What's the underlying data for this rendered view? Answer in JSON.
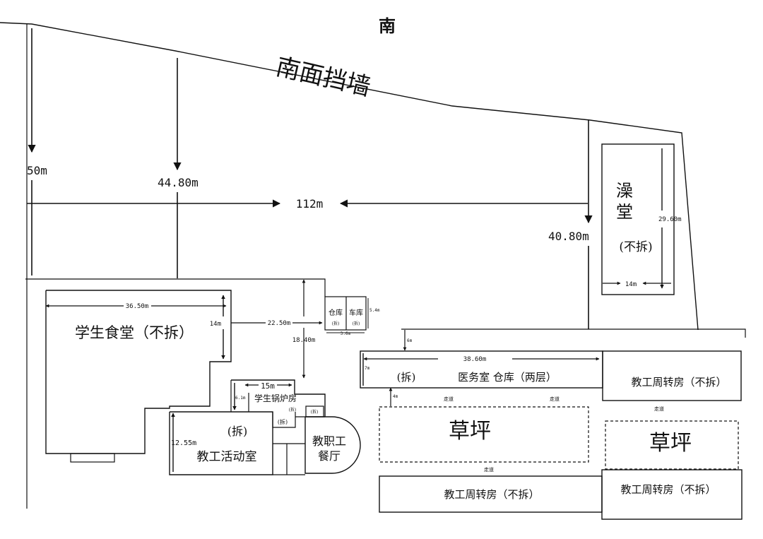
{
  "orientation_label": "南",
  "wall_label": "南面挡墙",
  "dimensions": {
    "left_50": "50m",
    "mid_44_80": "44.80m",
    "width_112": "112m",
    "right_40_80": "40.80m",
    "bath_29_60": "29.60m",
    "bath_14": "14m",
    "canteen_36_50": "36.50m",
    "canteen_14": "14m",
    "gap_22_50": "22.50m",
    "gap_18_40": "18.40m",
    "storage_width": "3.6m",
    "storage_height": "5.4m",
    "clinic_38_60": "38.60m",
    "clinic_7": "7m",
    "clinic_gap_top": "6m",
    "clinic_gap_bottom": "4m",
    "boiler_15": "15m",
    "boiler_6_1": "6.1m",
    "activity_12_55": "12.55m"
  },
  "buildings": {
    "bathhouse_name": "澡堂",
    "bathhouse_note": "(不拆)",
    "canteen": "学生食堂（不拆）",
    "storage": "仓库",
    "storage_note": "(拆)",
    "garage": "车库",
    "garage_note": "(拆)",
    "clinic_note": "(拆)",
    "clinic": "医务室 仓库（两层）",
    "turnover_1": "教工周转房（不拆）",
    "turnover_2": "教工周转房（不拆）",
    "turnover_3": "教工周转房（不拆）",
    "boiler": "学生锅炉房",
    "boiler_note": "(拆)",
    "activity_note": "(拆)",
    "activity": "教工活动室",
    "staff_dining_1": "教职工",
    "staff_dining_2": "餐厅",
    "small_note": "(拆)"
  },
  "lawns": {
    "lawn_1": "草坪",
    "lawn_2": "草坪"
  },
  "walkways": {
    "walk_1": "走道",
    "walk_2": "走道",
    "walk_3": "走道",
    "walk_4": "走道"
  }
}
